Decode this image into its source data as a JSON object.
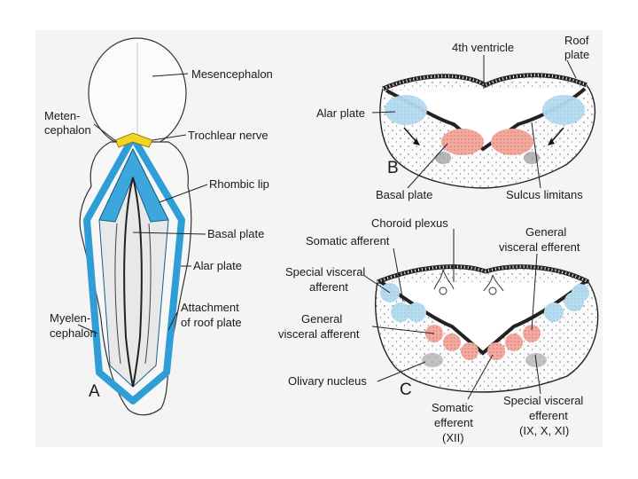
{
  "panels": {
    "a": "A",
    "b": "B",
    "c": "C"
  },
  "labels_a": {
    "mesencephalon": "Mesencephalon",
    "metencephalon_1": "Meten-",
    "metencephalon_2": "cephalon",
    "trochlear_nerve": "Trochlear nerve",
    "rhombic_lip": "Rhombic lip",
    "basal_plate": "Basal plate",
    "alar_plate": "Alar plate",
    "attachment_1": "Attachment",
    "attachment_2": "of roof plate",
    "myelencephalon_1": "Myelen-",
    "myelencephalon_2": "cephalon"
  },
  "labels_b": {
    "fourth_ventricle": "4th ventricle",
    "roof_plate_1": "Roof",
    "roof_plate_2": "plate",
    "alar_plate": "Alar plate",
    "basal_plate": "Basal plate",
    "sulcus_limitans": "Sulcus limitans"
  },
  "labels_c": {
    "choroid_plexus": "Choroid plexus",
    "somatic_afferent": "Somatic afferent",
    "general_visceral_efferent_1": "General",
    "general_visceral_efferent_2": "visceral efferent",
    "special_visceral_afferent_1": "Special visceral",
    "special_visceral_afferent_2": "afferent",
    "general_visceral_afferent_1": "General",
    "general_visceral_afferent_2": "visceral afferent",
    "olivary_nucleus": "Olivary nucleus",
    "somatic_efferent_1": "Somatic",
    "somatic_efferent_2": "efferent",
    "somatic_efferent_3": "(XII)",
    "special_visceral_efferent_1": "Special visceral",
    "special_visceral_efferent_2": "efferent",
    "special_visceral_efferent_3": "(IX, X, XI)"
  },
  "colors": {
    "alar": "#a9d3ec",
    "basal": "#f2aaa0",
    "blue": "#2f9ed6",
    "yellow": "#f5d322"
  }
}
